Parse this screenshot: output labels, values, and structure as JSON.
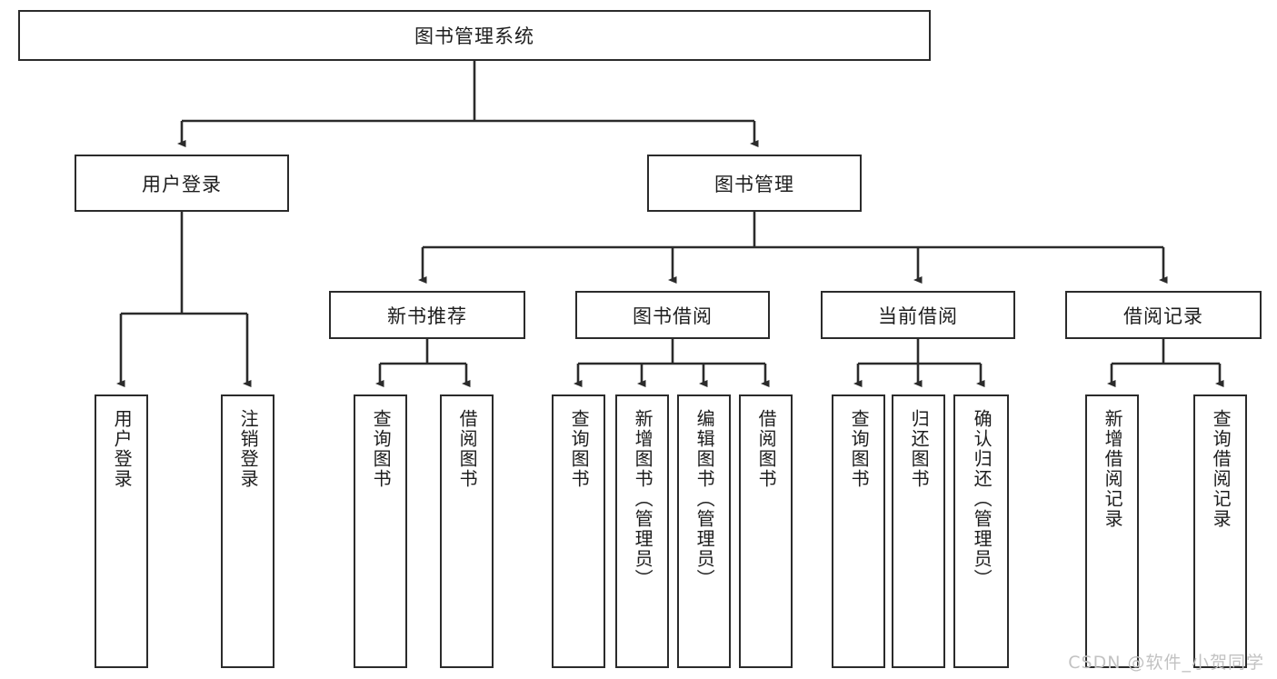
{
  "diagram": {
    "title_node": {
      "label": "图书管理系统"
    },
    "colors": {
      "border": "#2b2b2b",
      "background": "#ffffff",
      "text": "#1d1d1d",
      "watermark": "#c2c2c2"
    },
    "level2": [
      {
        "label": "用户登录"
      },
      {
        "label": "图书管理"
      }
    ],
    "level3": [
      {
        "label": "新书推荐"
      },
      {
        "label": "图书借阅"
      },
      {
        "label": "当前借阅"
      },
      {
        "label": "借阅记录"
      }
    ],
    "leaves": [
      {
        "label": "用户登录"
      },
      {
        "label": "注销登录"
      },
      {
        "label": "查询图书"
      },
      {
        "label": "借阅图书"
      },
      {
        "label": "查询图书"
      },
      {
        "label": "新增图书（管理员）"
      },
      {
        "label": "编辑图书（管理员）"
      },
      {
        "label": "借阅图书"
      },
      {
        "label": "查询图书"
      },
      {
        "label": "归还图书"
      },
      {
        "label": "确认归还（管理员）"
      },
      {
        "label": "新增借阅记录"
      },
      {
        "label": "查询借阅记录"
      }
    ]
  },
  "watermark": {
    "text": "CSDN @软件_小贺同学"
  }
}
